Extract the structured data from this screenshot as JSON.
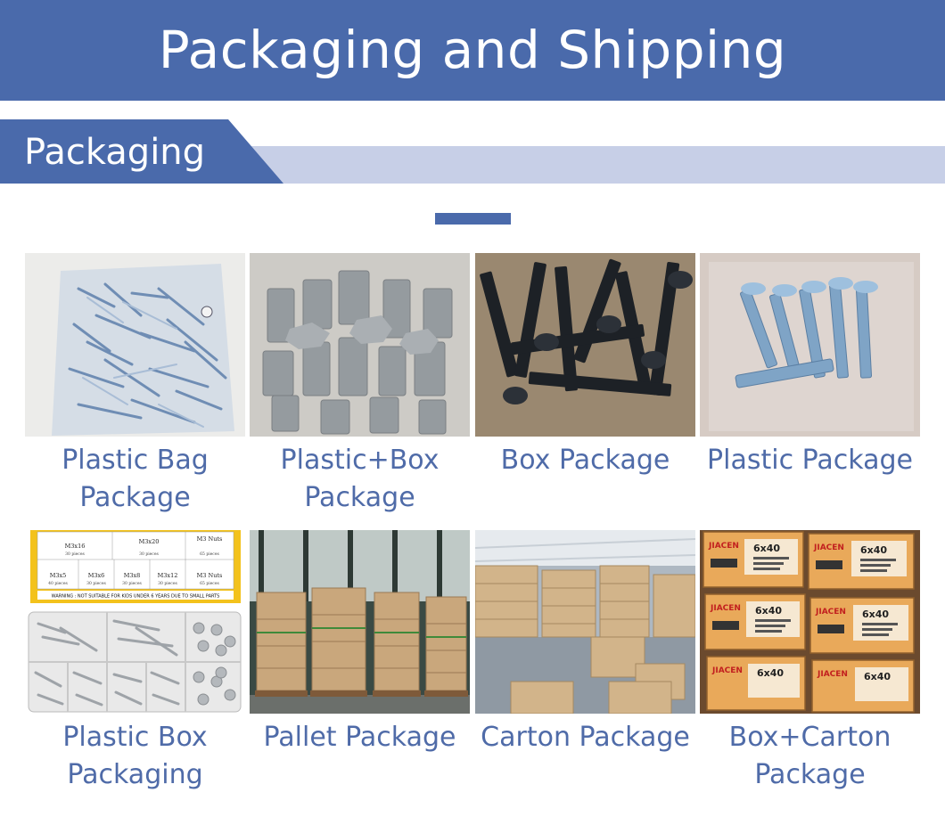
{
  "header": {
    "title": "Packaging and Shipping"
  },
  "section": {
    "label": "Packaging"
  },
  "colors": {
    "brand": "#4a6aab",
    "band": "#c7cfe7",
    "caption": "#4f6ba8"
  },
  "items": [
    {
      "caption_line1": "Plastic Bag",
      "caption_line2": "Package"
    },
    {
      "caption_line1": "Plastic+Box",
      "caption_line2": "Package"
    },
    {
      "caption_line1": "Box Package",
      "caption_line2": ""
    },
    {
      "caption_line1": "Plastic Package",
      "caption_line2": ""
    },
    {
      "caption_line1": "Plastic Box",
      "caption_line2": "Packaging"
    },
    {
      "caption_line1": "Pallet Package",
      "caption_line2": ""
    },
    {
      "caption_line1": "Carton Package",
      "caption_line2": ""
    },
    {
      "caption_line1": "Box+Carton",
      "caption_line2": "Package"
    }
  ],
  "labels": {
    "organizer_rows": [
      [
        "M3x16",
        "M3x20",
        "M3 Nuts"
      ],
      [
        "M3x5",
        "M3x6",
        "M3x8",
        "M3x12",
        "M3 Nuts"
      ]
    ],
    "organizer_counts": [
      [
        "30 pieces",
        "30 pieces",
        "65 pieces"
      ],
      [
        "40 pieces",
        "30 pieces",
        "30 pieces",
        "30 pieces",
        "65 pieces"
      ]
    ],
    "organizer_warning": "WARNING : NOT SUITABLE FOR KIDS UNDER 6 YEARS   DUE TO SMALL PARTS",
    "box_brand": "JIACEN",
    "box_size": "6x40"
  }
}
